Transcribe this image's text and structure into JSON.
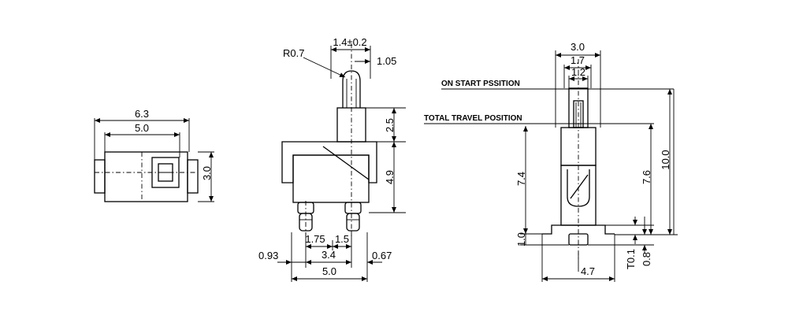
{
  "left_view": {
    "width_overall": "6.3",
    "width_body": "5.0",
    "height": "3.0"
  },
  "middle_view": {
    "tip_radius": "R0.7",
    "plunger_width": "1.4±0.2",
    "offset_small": "1.05",
    "plunger_height": "2.5",
    "body_height": "4.9",
    "pin_left": "1.75",
    "pin_right": "1.5",
    "pin_span": "3.4",
    "margin_left": "0.93",
    "margin_right": "0.67",
    "total_width": "5.0"
  },
  "right_view": {
    "label_on_start": "ON START PSSITION",
    "label_total_travel": "TOTAL TRAVEL POSITION",
    "top_width": "3.0",
    "inner_width_a": "1.7",
    "inner_width_b": "1.2",
    "height_left": "7.4",
    "height_mid": "7.6",
    "height_total": "10.0",
    "base_left": "1.0",
    "travel": "T0.1",
    "base_right": "0.8",
    "bottom_width": "4.7"
  }
}
